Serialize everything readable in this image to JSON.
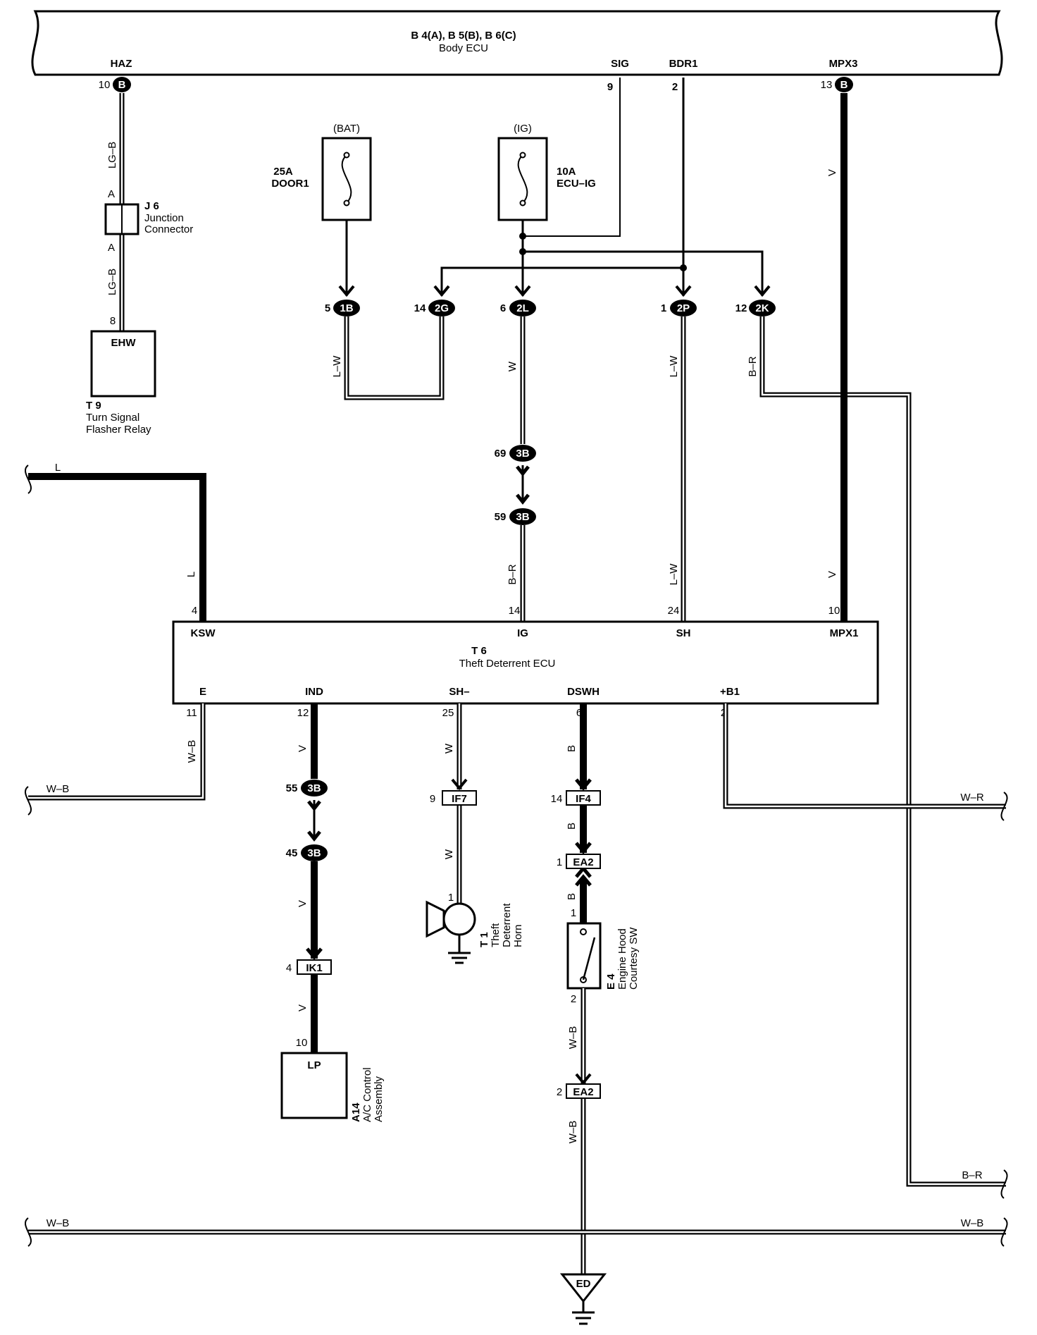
{
  "body_ecu": {
    "title": "B 4(A), B 5(B), B 6(C)",
    "name": "Body ECU",
    "pin_haz": "HAZ",
    "pin_sig": "SIG",
    "pin_bdr1": "BDR1",
    "pin_mpx3": "MPX3",
    "num_haz": "10",
    "num_sig": "9",
    "num_bdr1": "2",
    "num_mpx3": "13",
    "conn_b": "B"
  },
  "fuses": {
    "bat_label": "(BAT)",
    "ig_label": "(IG)",
    "door1_amp": "25A",
    "door1_name": "DOOR1",
    "ecuig_amp": "10A",
    "ecuig_name": "ECU–IG"
  },
  "connectors_top": [
    {
      "num": "5",
      "id": "1B"
    },
    {
      "num": "14",
      "id": "2G"
    },
    {
      "num": "6",
      "id": "2L"
    },
    {
      "num": "1",
      "id": "2P"
    },
    {
      "num": "12",
      "id": "2K"
    }
  ],
  "j6": {
    "id": "J 6",
    "name1": "Junction",
    "name2": "Connector",
    "pin_a1": "A",
    "pin_a2": "A"
  },
  "t9": {
    "pin": "8",
    "label": "EHW",
    "id": "T 9",
    "name1": "Turn Signal",
    "name2": "Flasher Relay"
  },
  "wires": {
    "lgb1": "LG–B",
    "lgb2": "LG–B",
    "lw1": "L–W",
    "w1": "W",
    "lw2": "L–W",
    "br1": "B–R",
    "v1": "V",
    "l_top": "L",
    "l_vert": "L",
    "br2": "B–R",
    "lw3": "L–W",
    "v2": "V",
    "wb1": "W–B",
    "wb_left": "W–B",
    "v3": "V",
    "v4": "V",
    "v5": "V",
    "w2": "W",
    "w3": "W",
    "b1": "B",
    "b2": "B",
    "b3": "B",
    "wb2": "W–B",
    "wb3": "W–B",
    "wr": "W–R",
    "br_right": "B–R",
    "wb_bottom_left": "W–B",
    "wb_bottom_right": "W–B"
  },
  "inline_3b": {
    "n69": "69",
    "n59": "59",
    "n55": "55",
    "n45": "45",
    "id": "3B"
  },
  "t6": {
    "id": "T 6",
    "name": "Theft Deterrent ECU",
    "ksw": "KSW",
    "ig": "IG",
    "sh": "SH",
    "mpx1": "MPX1",
    "e": "E",
    "ind": "IND",
    "shm": "SH–",
    "dswh": "DSWH",
    "b1": "+B1",
    "n4": "4",
    "n14": "14",
    "n24": "24",
    "n10": "10",
    "n11": "11",
    "n12": "12",
    "n25": "25",
    "n6": "6",
    "n2": "2"
  },
  "rect_conns": {
    "if7": "IF7",
    "if7n": "9",
    "if4": "IF4",
    "if4n": "14",
    "ea2a": "EA2",
    "ea2an": "1",
    "ea2b": "EA2",
    "ea2bn": "2",
    "ik1": "IK1",
    "ik1n": "4"
  },
  "horn": {
    "pin": "1",
    "id": "T 1",
    "name1": "Theft",
    "name2": "Deterrent",
    "name3": "Horn"
  },
  "hood_sw": {
    "pin1": "1",
    "pin2": "2",
    "id": "E 4",
    "name1": "Engine Hood",
    "name2": "Courtesy SW"
  },
  "ac": {
    "pin": "10",
    "label": "LP",
    "id": "A14",
    "name1": "A/C Control",
    "name2": "Assembly"
  },
  "ground": {
    "label": "ED"
  }
}
